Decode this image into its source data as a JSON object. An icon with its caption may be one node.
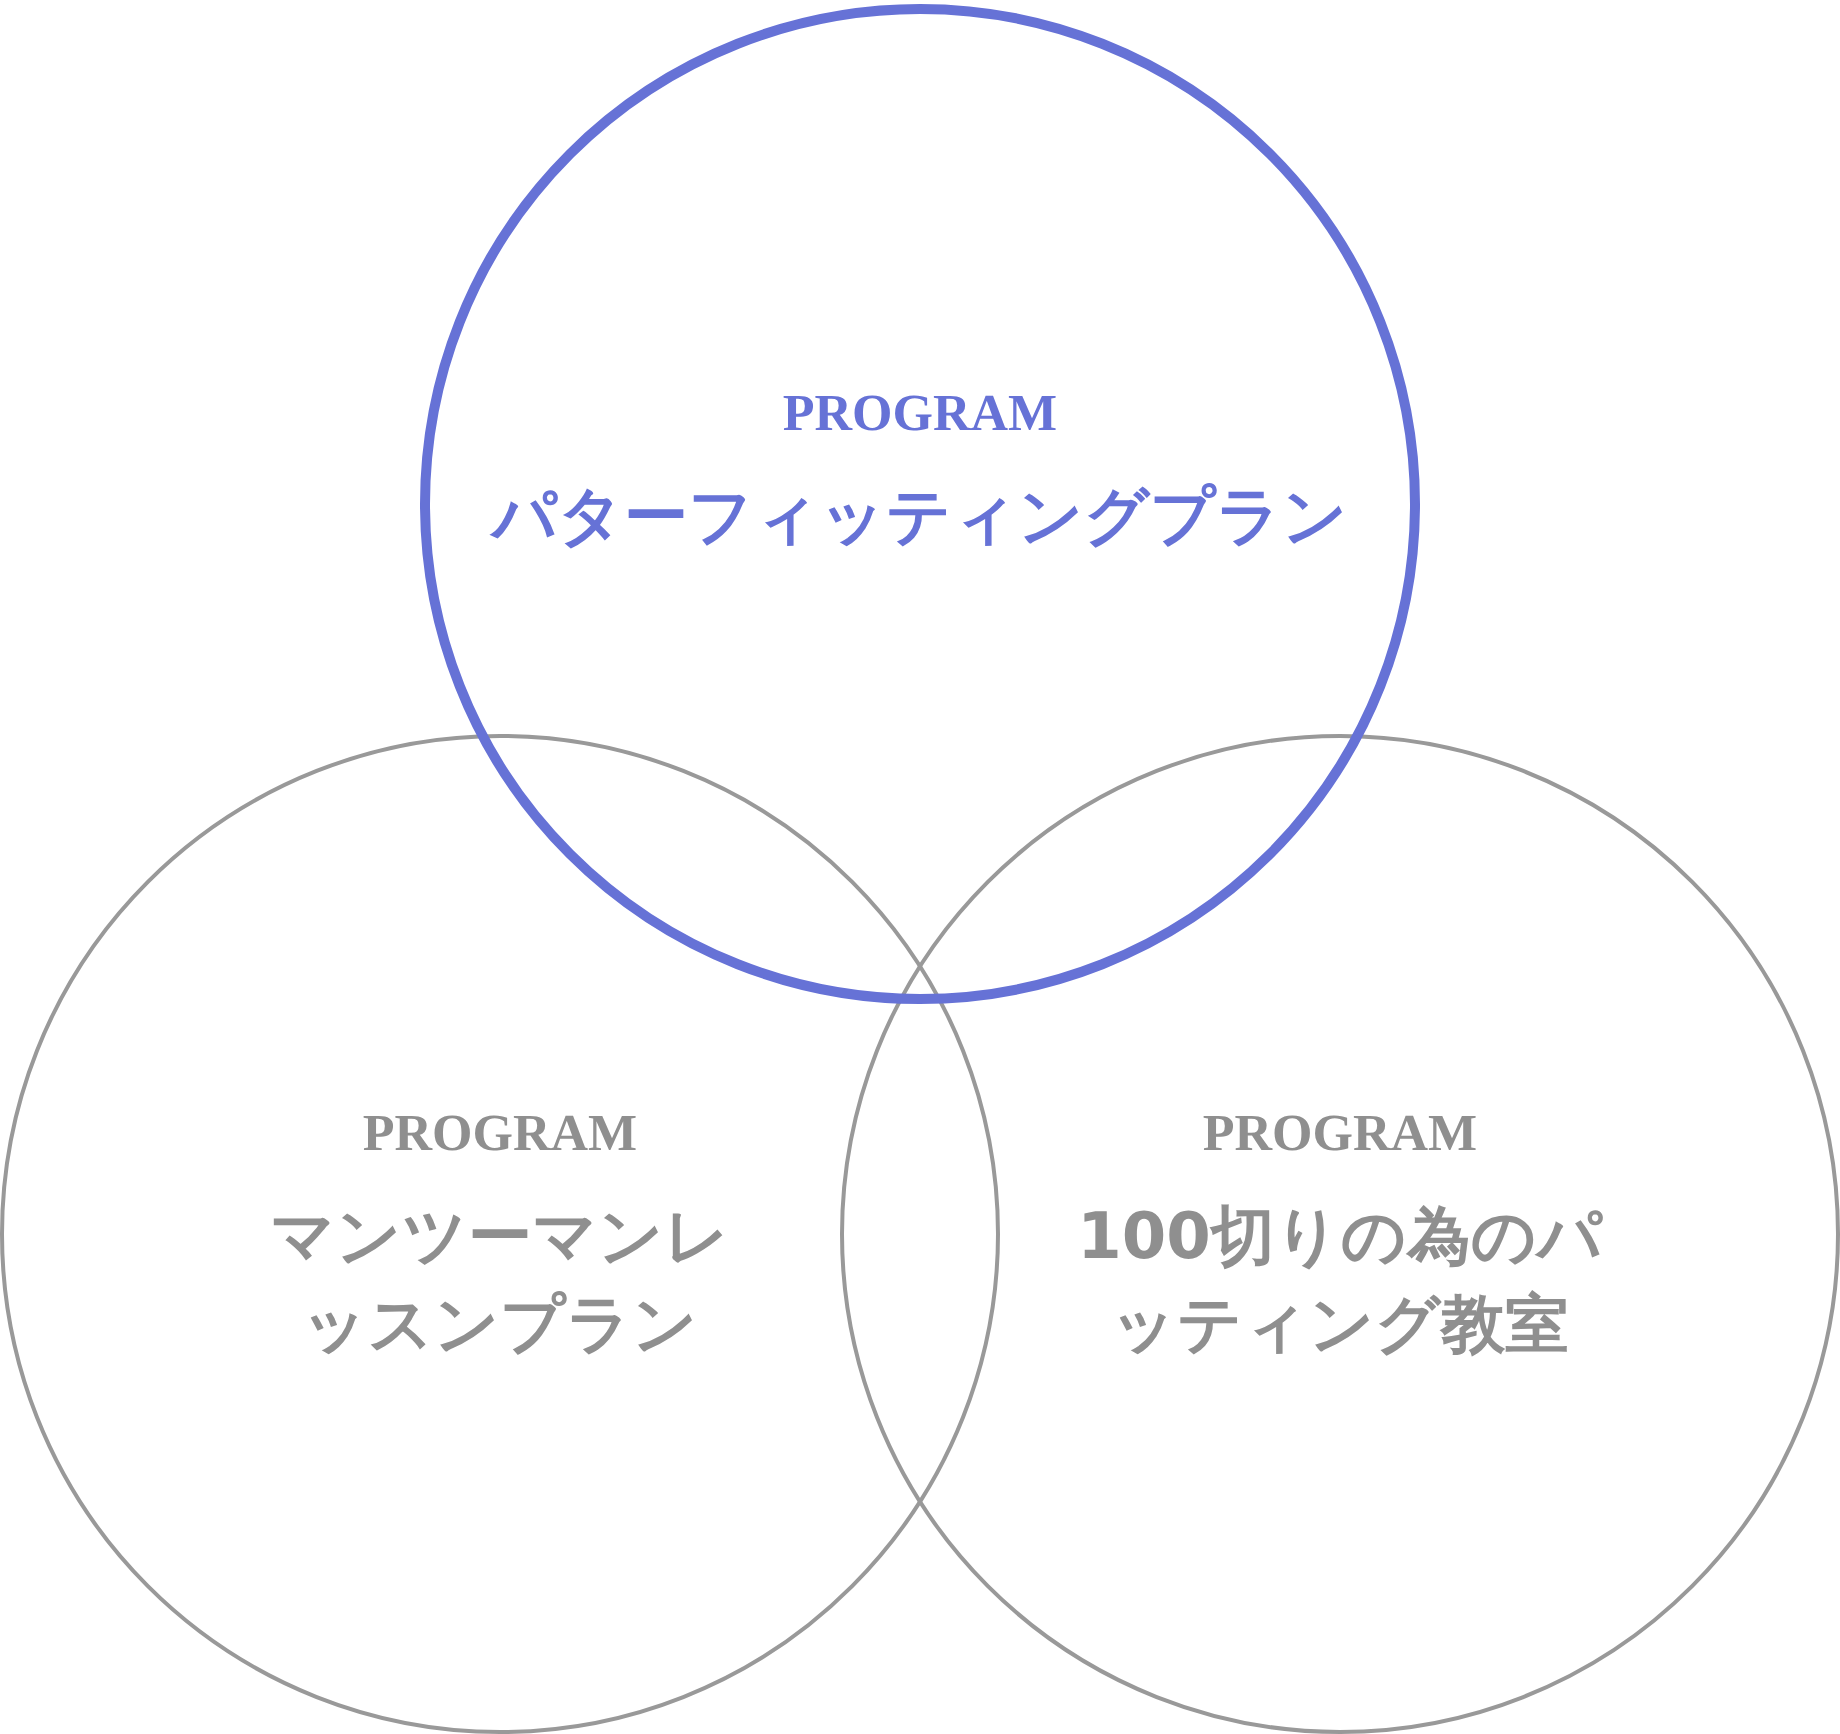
{
  "diagram": {
    "nodes": [
      {
        "text": [
          "PROGRAM",
          "パターフィッティングプラン"
        ]
      },
      {
        "text": [
          "PROGRAM",
          "マンツーマンレッスンプラン"
        ]
      },
      {
        "text": [
          "PROGRAM",
          "100切りの為のパッティング教室"
        ]
      }
    ]
  }
}
